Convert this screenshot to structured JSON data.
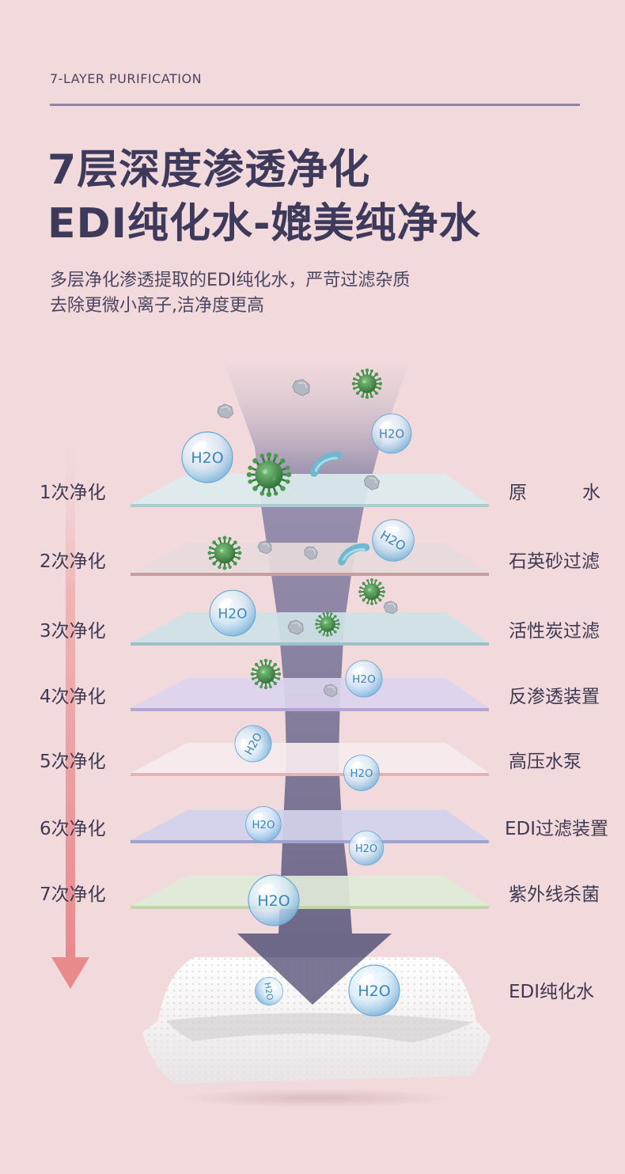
{
  "header": {
    "eyebrow": "7-LAYER PURIFICATION",
    "title_line1": "7层深度渗透净化",
    "title_line2": "EDI纯化水-媲美纯净水",
    "desc_line1": "多层净化渗透提取的EDI纯化水，严苛过滤杂质",
    "desc_line2": "去除更微小离子,洁净度更高"
  },
  "layers": [
    {
      "stage": "1次净化",
      "name": "原水",
      "color": "#dcecec"
    },
    {
      "stage": "2次净化",
      "name": "石英砂过滤",
      "color": "#e7dadc"
    },
    {
      "stage": "3次净化",
      "name": "活性炭过滤",
      "color": "#cfe2e6"
    },
    {
      "stage": "4次净化",
      "name": "反渗透装置",
      "color": "#dcd4ee"
    },
    {
      "stage": "5次净化",
      "name": "高压水泵",
      "color": "#f6ecee"
    },
    {
      "stage": "6次净化",
      "name": "EDI过滤装置",
      "color": "#d2d3ec"
    },
    {
      "stage": "7次净化",
      "name": "紫外线杀菌",
      "color": "#e0ead8"
    }
  ],
  "result": {
    "name": "EDI纯化水"
  },
  "molecule_label": "H2O",
  "icons": [
    "virus-icon",
    "water-molecule-icon",
    "impurity-particle-icon",
    "bacteria-icon",
    "down-arrow-icon"
  ],
  "colors": {
    "background": "#f1d9dc",
    "title": "#3e3a5c",
    "funnel": "#6d6788",
    "arrow": "#e98a8d",
    "virus": "#3f8a45",
    "molecule": "#7fb6dd"
  }
}
